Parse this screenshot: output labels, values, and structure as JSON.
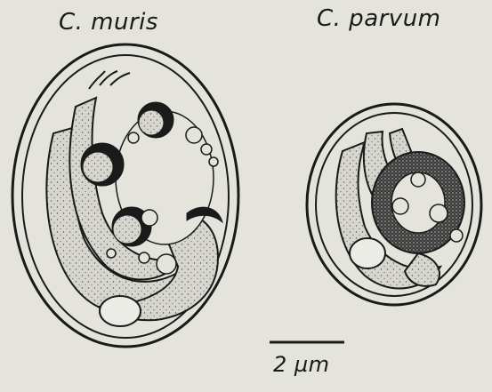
{
  "labels": {
    "left_species": "C. muris",
    "right_species": "C. parvum",
    "scale_bar": "2 µm"
  },
  "colors": {
    "ink": "#1a1a1a",
    "paper": "#e4e4dd",
    "stipple_fill": "#d4d4cc"
  }
}
